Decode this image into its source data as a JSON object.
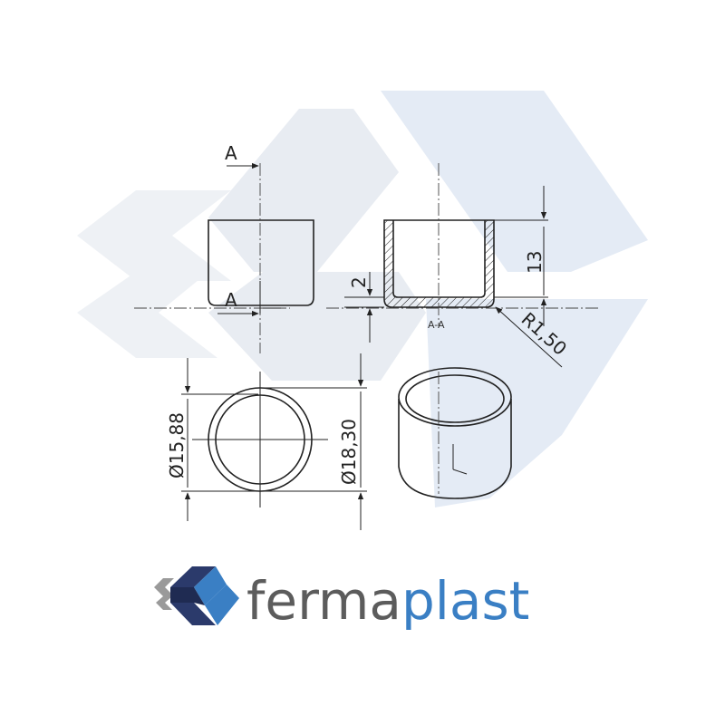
{
  "section_label": "A",
  "section_view_label": "A-A",
  "dimensions": {
    "height": "13",
    "wall": "2",
    "radius": "R1,50",
    "inner_diameter": "Ø15,88",
    "outer_diameter": "Ø18,30"
  },
  "brand": {
    "part1": "ferma",
    "part2": "plast"
  },
  "colors": {
    "line": "#222222",
    "watermark": "#e6ebf2",
    "brand_gray": "#5c5c5c",
    "brand_blue": "#3a7fc4",
    "logo_dark": "#2b3a6b",
    "logo_gray": "#9a9a9a"
  }
}
